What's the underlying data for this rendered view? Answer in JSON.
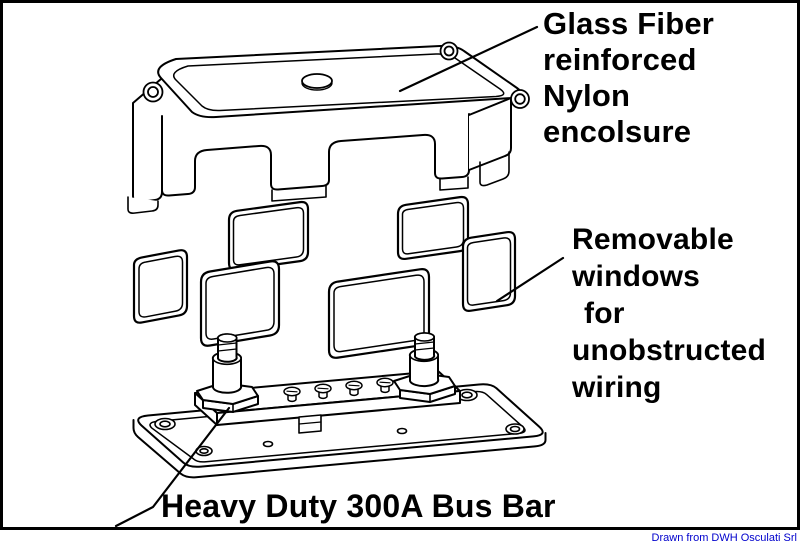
{
  "labels": {
    "enclosure": {
      "lines": [
        "Glass Fiber",
        "reinforced",
        "Nylon",
        "encolsure"
      ]
    },
    "windows": {
      "lines": [
        "Removable",
        "windows",
        "for",
        "unobstructed",
        "wiring"
      ]
    },
    "busbar": {
      "text": "Heavy Duty 300A Bus Bar"
    }
  },
  "credit": {
    "text": "Drawn from DWH Osculati Srl",
    "color": "#0000cc"
  },
  "colors": {
    "line": "#000000",
    "background": "#ffffff"
  }
}
